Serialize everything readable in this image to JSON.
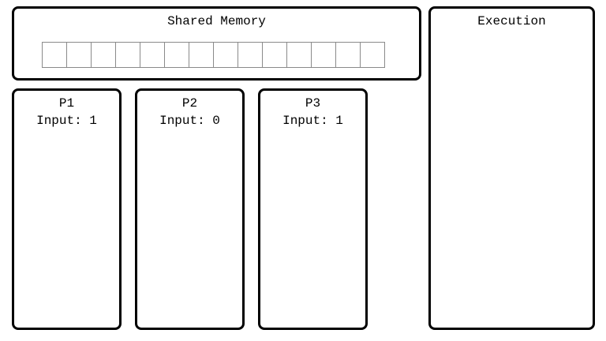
{
  "shared_memory": {
    "title": "Shared Memory",
    "cells": [
      "",
      "",
      "",
      "",
      "",
      "",
      "",
      "",
      "",
      "",
      "",
      "",
      "",
      ""
    ]
  },
  "execution": {
    "title": "Execution"
  },
  "processes": [
    {
      "name": "P1",
      "input_text": "Input: 1"
    },
    {
      "name": "P2",
      "input_text": "Input: 0"
    },
    {
      "name": "P3",
      "input_text": "Input: 1"
    }
  ]
}
